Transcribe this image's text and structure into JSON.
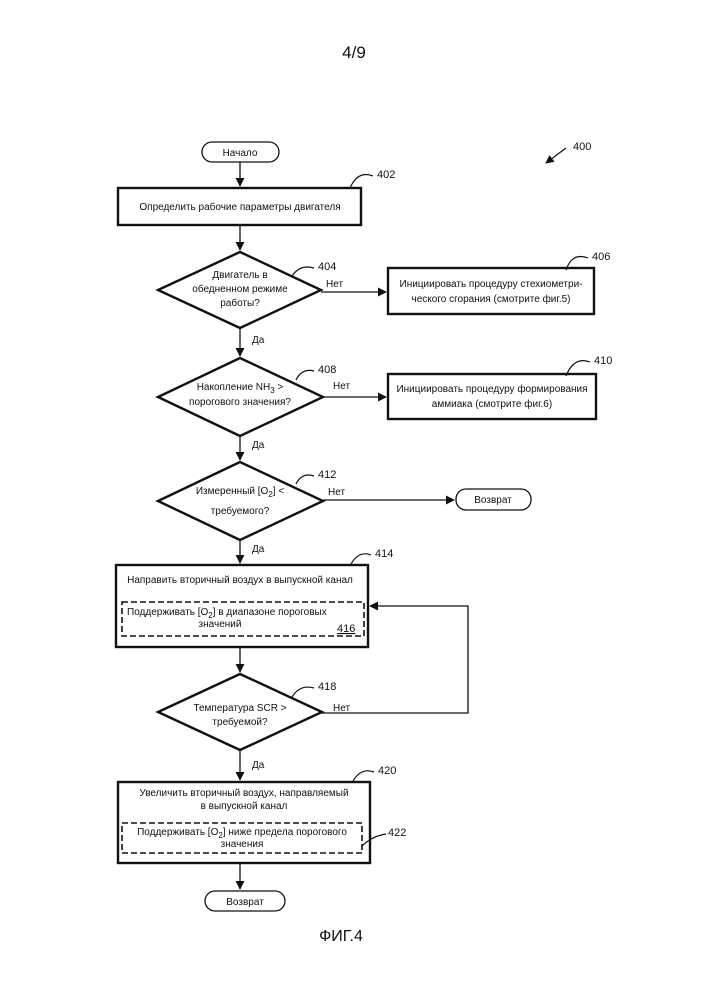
{
  "page_number": "4/9",
  "figure_ref": "400",
  "figure_caption": "ФИГ.4",
  "start": "Начало",
  "steps": {
    "s402": {
      "ref": "402",
      "text": "Определить рабочие параметры двигателя"
    },
    "d404": {
      "ref": "404",
      "lines": [
        "Двигатель в",
        "обедненном режиме",
        "работы?"
      ]
    },
    "s406": {
      "ref": "406",
      "lines": [
        "Инициировать процедуру стехиометри-",
        "ческого сгорания (смотрите фиг.5)"
      ]
    },
    "d408": {
      "ref": "408",
      "line1": "Накопление NH",
      "line1_sub": "3",
      "line1_end": " >",
      "line2": "порогового значения?"
    },
    "s410": {
      "ref": "410",
      "lines": [
        "Инициировать процедуру формирования",
        "аммиака (смотрите фиг.6)"
      ]
    },
    "d412": {
      "ref": "412",
      "line1": "Измеренный [O",
      "line1_sub": "2",
      "line1_end": "] <",
      "line2": "требуемого?"
    },
    "return1": "Возврат",
    "s414": {
      "ref": "414",
      "text": "Направить вторичный воздух в выпускной канал"
    },
    "s416": {
      "ref": "416",
      "line1": "Поддерживать [O",
      "line1_sub": "2",
      "line1_end": "] в диапазоне пороговых",
      "line2": "значений"
    },
    "d418": {
      "ref": "418",
      "lines": [
        "Температура SCR >",
        "требуемой?"
      ]
    },
    "s420": {
      "ref": "420",
      "lines": [
        "Увеличить вторичный воздух, направляемый",
        "в выпускной канал"
      ]
    },
    "s422": {
      "ref": "422",
      "line1": "Поддерживать [O",
      "line1_sub": "2",
      "line1_end": "] ниже предела порогового",
      "line2": "значения"
    },
    "return2": "Возврат"
  },
  "labels": {
    "yes": "Да",
    "no": "Нет"
  }
}
